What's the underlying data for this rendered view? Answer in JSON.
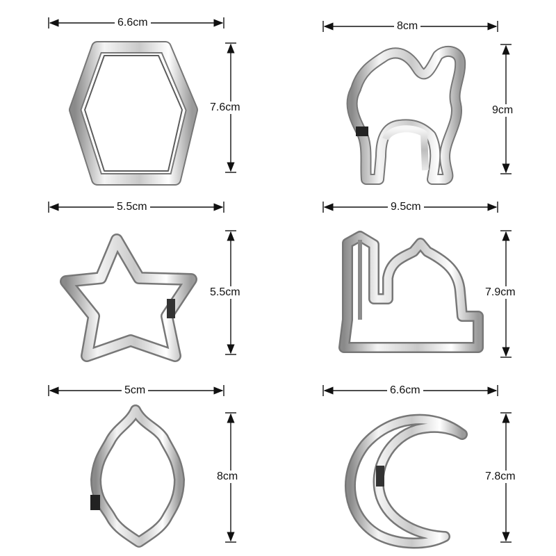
{
  "cutters": [
    {
      "name": "hexagon",
      "width_label": "6.6cm",
      "height_label": "7.6cm"
    },
    {
      "name": "camel",
      "width_label": "8cm",
      "height_label": "9cm"
    },
    {
      "name": "star",
      "width_label": "5.5cm",
      "height_label": "5.5cm"
    },
    {
      "name": "mosque",
      "width_label": "9.5cm",
      "height_label": "7.9cm"
    },
    {
      "name": "lantern-plaque",
      "width_label": "5cm",
      "height_label": "8cm"
    },
    {
      "name": "crescent-moon",
      "width_label": "6.6cm",
      "height_label": "7.8cm"
    }
  ],
  "colors": {
    "steel_light": "#f2f2f2",
    "steel_mid": "#c8c8c8",
    "steel_dark": "#6e6e6e",
    "line": "#111111"
  }
}
